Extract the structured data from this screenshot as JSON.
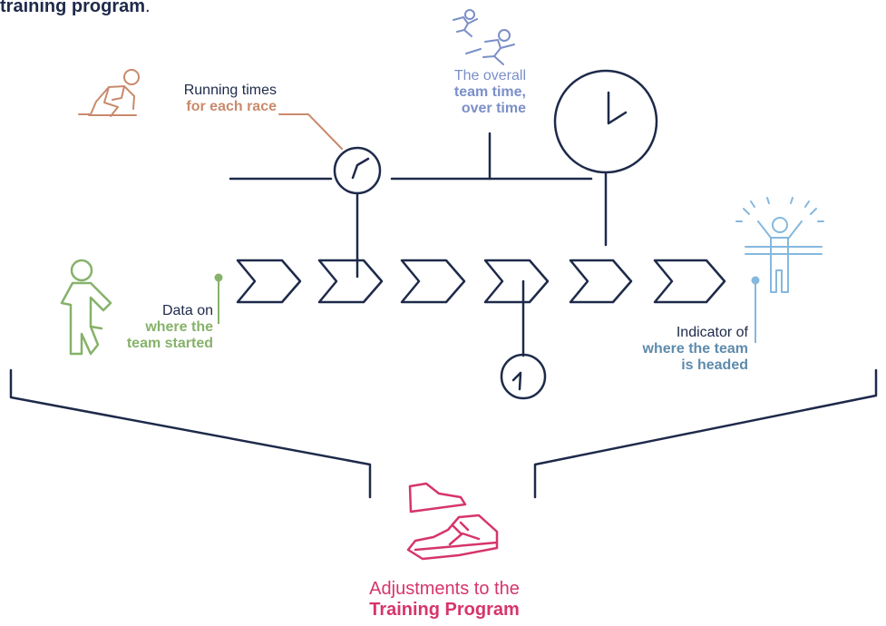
{
  "header": {
    "partial_title": "training program",
    "trailing": "."
  },
  "labels": {
    "running_times": {
      "line1": "Running times",
      "line2": "for each race"
    },
    "team_time": {
      "line1": "The overall",
      "line2": "team time,",
      "line3": "over time"
    },
    "start": {
      "line1": "Data on",
      "line2": "where the",
      "line3": "team started"
    },
    "heading": {
      "line1": "Indicator of",
      "line2": "where the team",
      "line3": "is headed"
    }
  },
  "output": {
    "line1": "Adjustments to the",
    "line2": "Training Program"
  },
  "colors": {
    "navy": "#1e2a4a",
    "orange": "#c98a6c",
    "periwinkle": "#7b8fc8",
    "green": "#86b26a",
    "light_blue": "#86b8de",
    "steel_blue": "#5e8bab",
    "crimson": "#d6356a"
  },
  "icons": [
    "sprinter-start-icon",
    "runners-icon",
    "clock-icon",
    "walking-person-icon",
    "finish-line-icon",
    "sneakers-icon"
  ]
}
